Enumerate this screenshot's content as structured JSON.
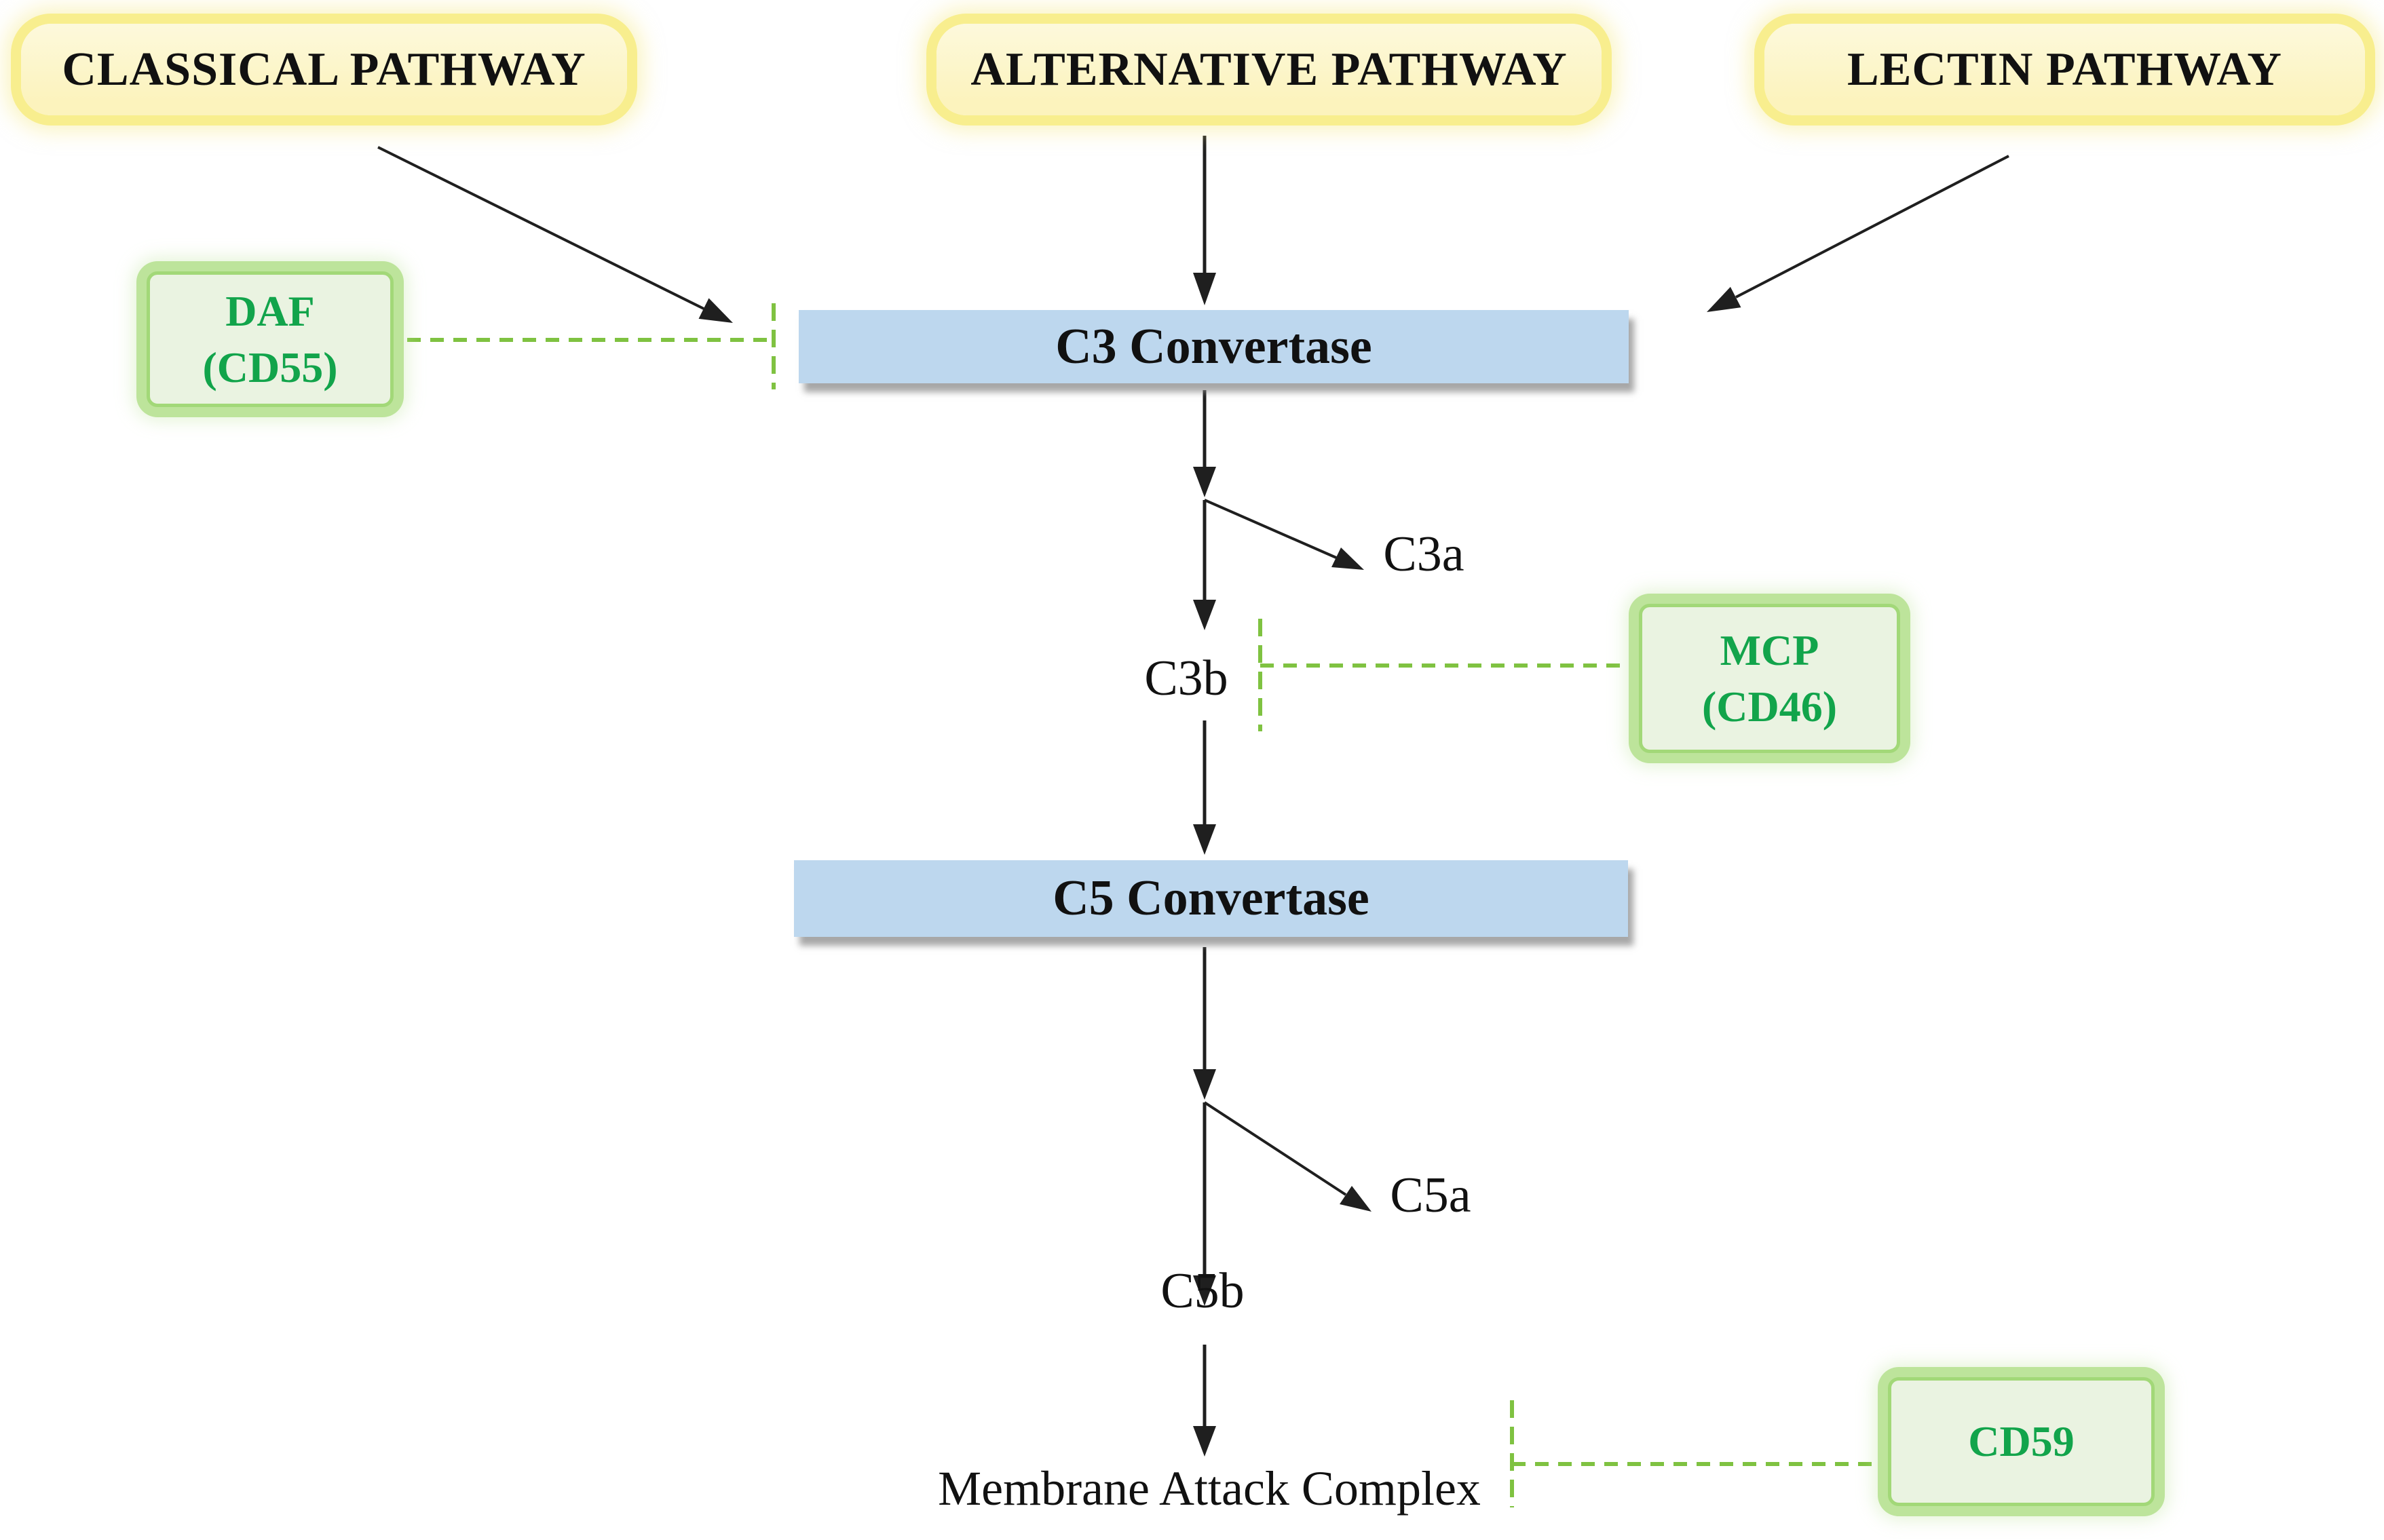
{
  "pathways": [
    {
      "label": "CLASSICAL PATHWAY"
    },
    {
      "label": "ALTERNATIVE PATHWAY"
    },
    {
      "label": "LECTIN PATHWAY"
    }
  ],
  "convertases": [
    {
      "label": "C3 Convertase"
    },
    {
      "label": "C5 Convertase"
    }
  ],
  "products": {
    "c3a": "C3a",
    "c3b": "C3b",
    "c5a": "C5a",
    "c5b": "C5b",
    "mac": "Membrane Attack Complex"
  },
  "regulators": [
    {
      "line1": "DAF",
      "line2": "(CD55)"
    },
    {
      "line1": "MCP",
      "line2": "(CD46)"
    },
    {
      "line1": "CD59"
    }
  ],
  "colors": {
    "pathway_fill": "#FCF3BD",
    "pathway_fill_light": "#FDF9DC",
    "pathway_glow": "#F8EE8E",
    "pathway_halo": "#F7EC8B80",
    "convertase_fill": "#BDD7EE",
    "box_shadow_color": "#8A8A8AC0",
    "regulator_fill": "#EAF3E1",
    "regulator_border": "#A2D878",
    "regulator_glow": "#BDE49B",
    "regulator_halo": "#BDE49B66",
    "regulator_text": "#12A44B",
    "inhibit_color": "#7FC241",
    "arrow_color": "#1F1F1F",
    "label_color": "#111111",
    "background": "#FFFFFF"
  }
}
